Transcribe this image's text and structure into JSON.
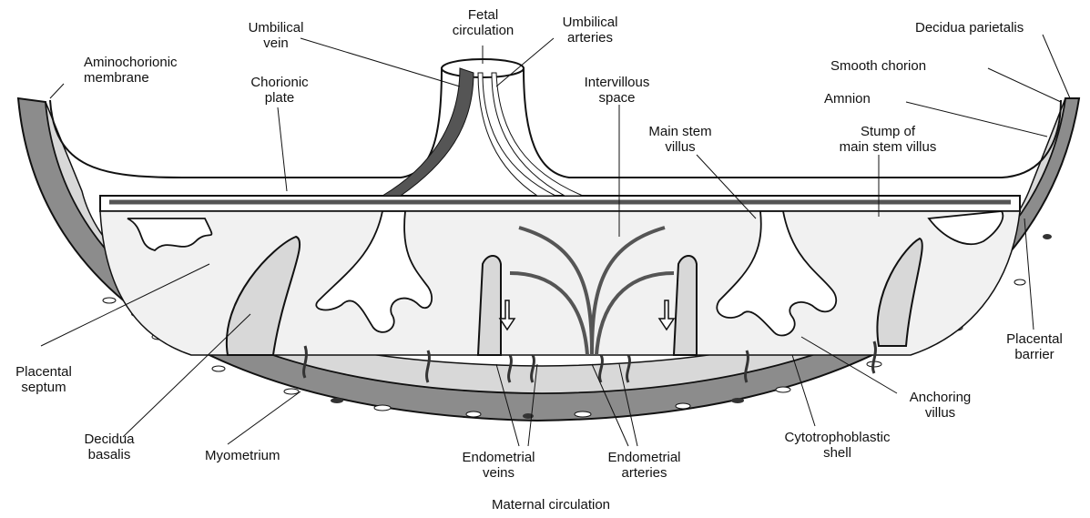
{
  "labels": {
    "fetal_circulation": "Fetal\ncirculation",
    "umbilical_vein": "Umbilical\nvein",
    "umbilical_arteries": "Umbilical\narteries",
    "aminochorionic_membrane": "Aminochorionic\nmembrane",
    "chorionic_plate": "Chorionic\nplate",
    "intervillous_space": "Intervillous\nspace",
    "decidua_parietalis": "Decidua parietalis",
    "smooth_chorion": "Smooth chorion",
    "amnion": "Amnion",
    "main_stem_villus": "Main stem\nvillus",
    "stump_of_main_stem_villus": "Stump of\nmain stem villus",
    "placental_barrier": "Placental\nbarrier",
    "placental_septum": "Placental\nseptum",
    "decidua_basalis": "Decidua\nbasalis",
    "myometrium": "Myometrium",
    "endometrial_veins": "Endometrial\nveins",
    "endometrial_arteries": "Endometrial\narteries",
    "cytotrophoblastic_shell": "Cytotrophoblastic\nshell",
    "anchoring_villus": "Anchoring\nvillus",
    "maternal_circulation": "Maternal circulation"
  },
  "colors": {
    "line": "#111111",
    "myometrium_band": "#8c8c8c",
    "decidua": "#d8d8d8",
    "intervillous": "#f1f1f1",
    "vessel_dark": "#555555"
  }
}
